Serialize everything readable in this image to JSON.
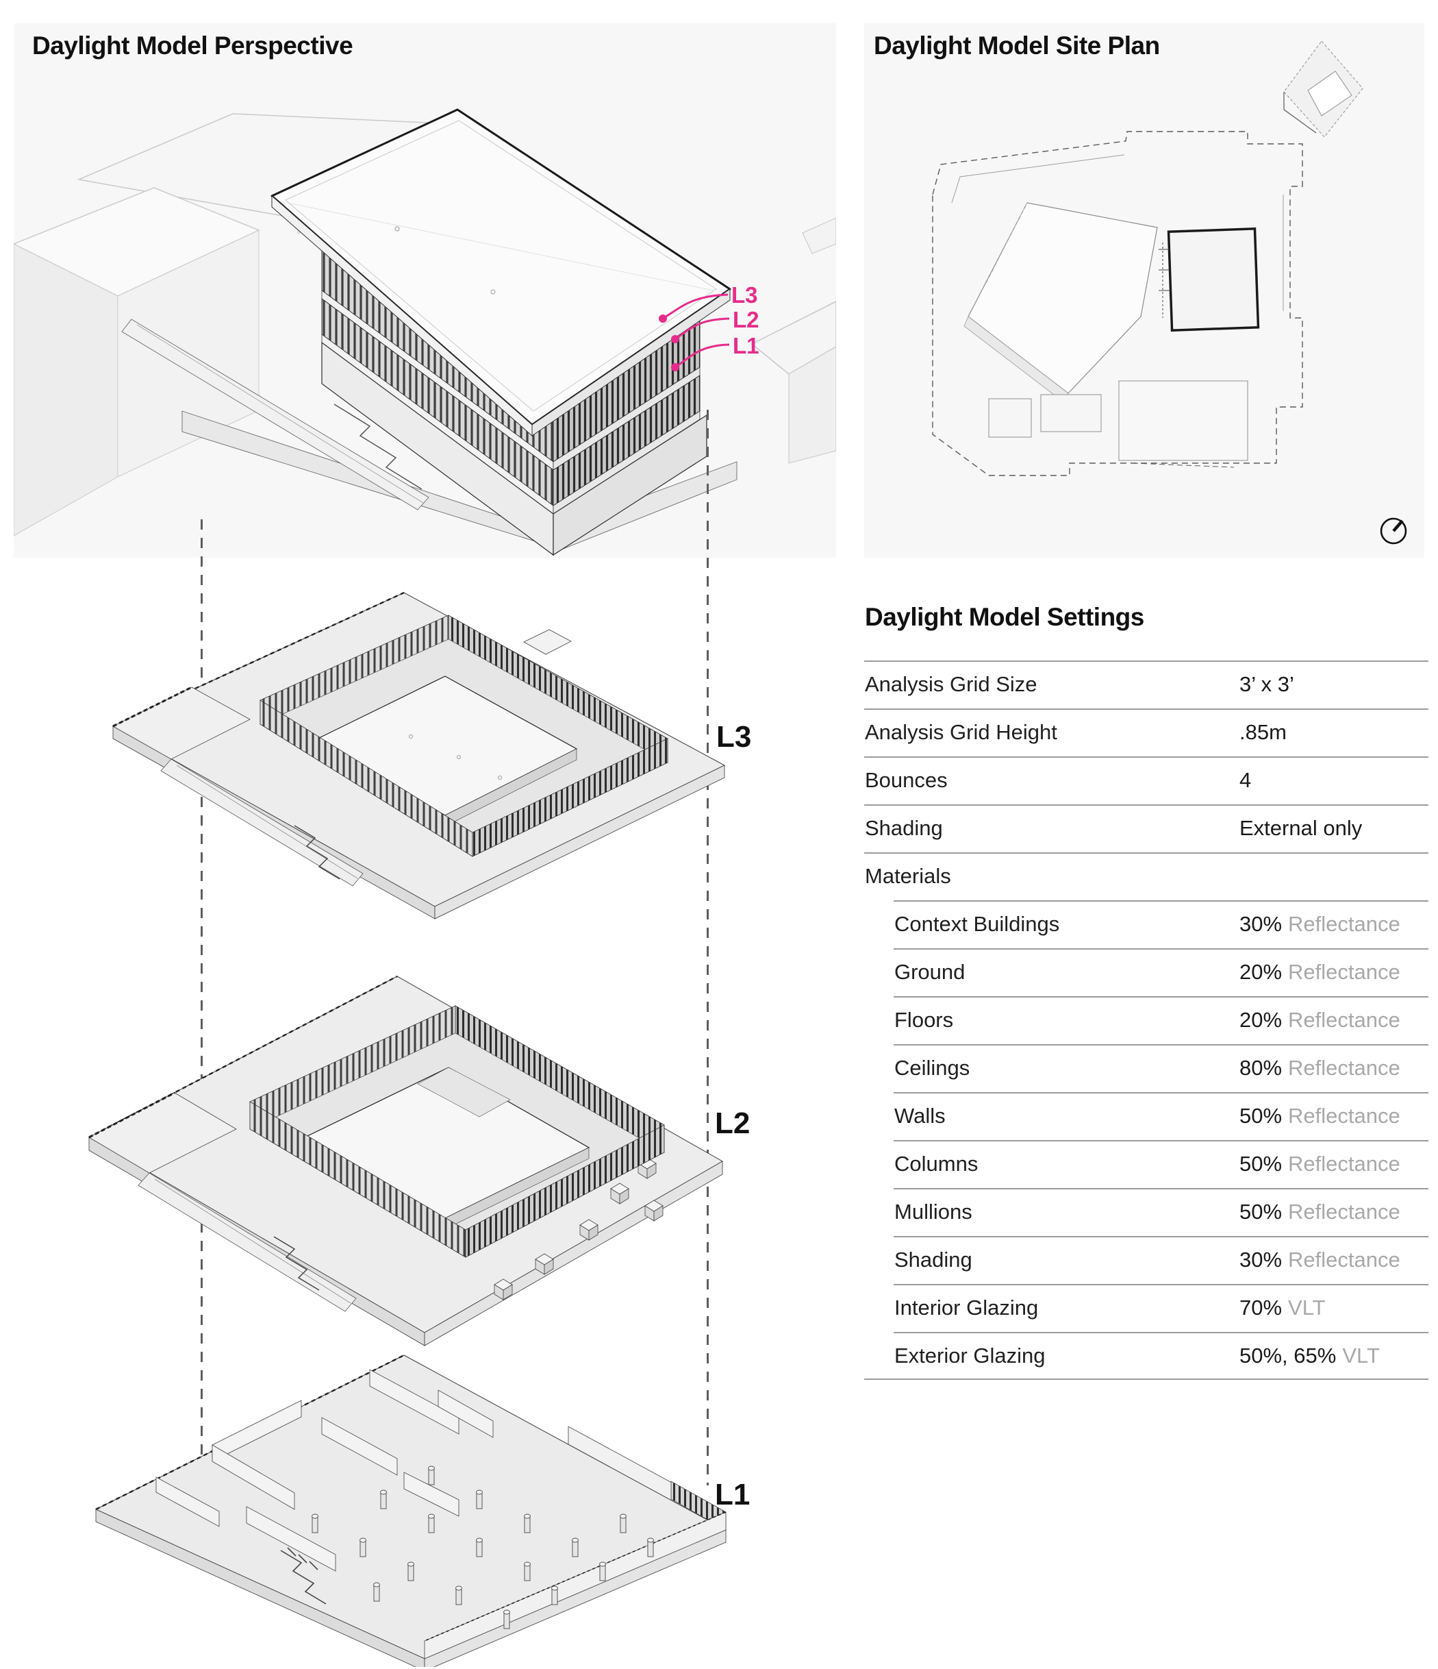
{
  "perspective": {
    "title": "Daylight Model Perspective",
    "callouts": [
      {
        "label": "L3"
      },
      {
        "label": "L2"
      },
      {
        "label": "L1"
      }
    ]
  },
  "site_plan": {
    "title": "Daylight Model Site Plan",
    "north_arrow": "north-arrow"
  },
  "levels": [
    {
      "label": "L3"
    },
    {
      "label": "L2"
    },
    {
      "label": "L1"
    }
  ],
  "settings": {
    "title": "Daylight Model Settings",
    "rows": [
      {
        "label": "Analysis Grid Size",
        "value": "3’ x 3’",
        "unit": ""
      },
      {
        "label": "Analysis Grid Height",
        "value": ".85m",
        "unit": ""
      },
      {
        "label": "Bounces",
        "value": "4",
        "unit": ""
      },
      {
        "label": "Shading",
        "value": "External only",
        "unit": ""
      },
      {
        "label": "Materials",
        "value": "",
        "unit": ""
      },
      {
        "label": "Context Buildings",
        "value": "30%",
        "unit": "Reflectance"
      },
      {
        "label": "Ground",
        "value": "20%",
        "unit": "Reflectance"
      },
      {
        "label": "Floors",
        "value": "20%",
        "unit": "Reflectance"
      },
      {
        "label": "Ceilings",
        "value": "80%",
        "unit": "Reflectance"
      },
      {
        "label": "Walls",
        "value": "50%",
        "unit": "Reflectance"
      },
      {
        "label": "Columns",
        "value": "50%",
        "unit": "Reflectance"
      },
      {
        "label": "Mullions",
        "value": "50%",
        "unit": "Reflectance"
      },
      {
        "label": "Shading",
        "value": "30%",
        "unit": "Reflectance"
      },
      {
        "label": "Interior Glazing",
        "value": "70%",
        "unit": "VLT"
      },
      {
        "label": "Exterior Glazing",
        "value": "50%, 65%",
        "unit": "VLT"
      }
    ]
  },
  "colors": {
    "accent_pink": "#e72b8b",
    "panel_bg": "#f7f7f7",
    "unit_gray": "#a8a8a8",
    "rule_gray": "#9c9c9c"
  }
}
